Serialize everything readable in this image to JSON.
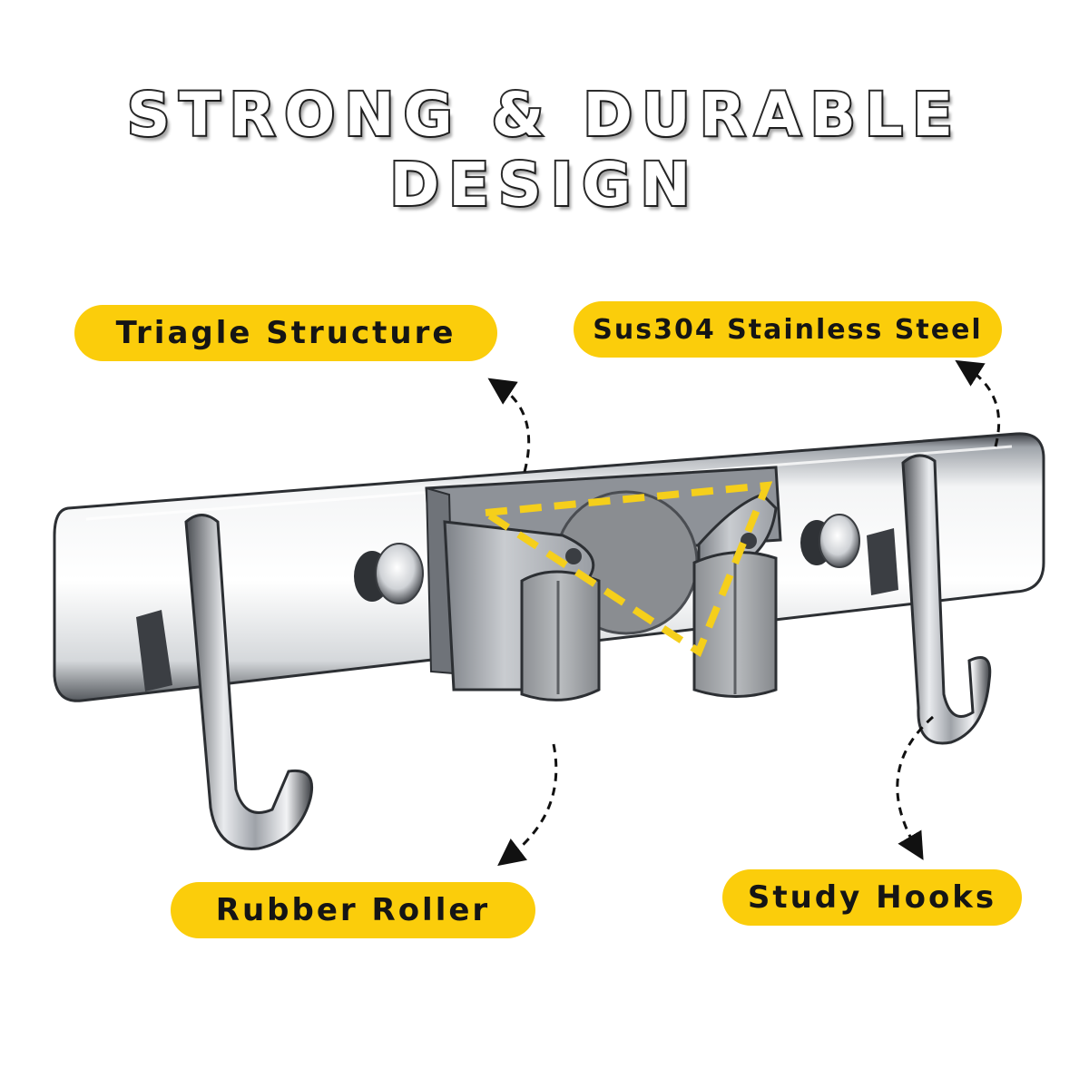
{
  "headline": "STRONG & DURABLE DESIGN",
  "labels": {
    "triangle": "Triagle Structure",
    "steel": "Sus304 Stainless Steel",
    "roller": "Rubber Roller",
    "hooks": "Study Hooks"
  },
  "colors": {
    "label_background": "#fbcd0b",
    "triangle_dash": "#f5cf1b",
    "metal": "#c8cbcf"
  },
  "icons": [
    "dashed-arrow-icon"
  ]
}
